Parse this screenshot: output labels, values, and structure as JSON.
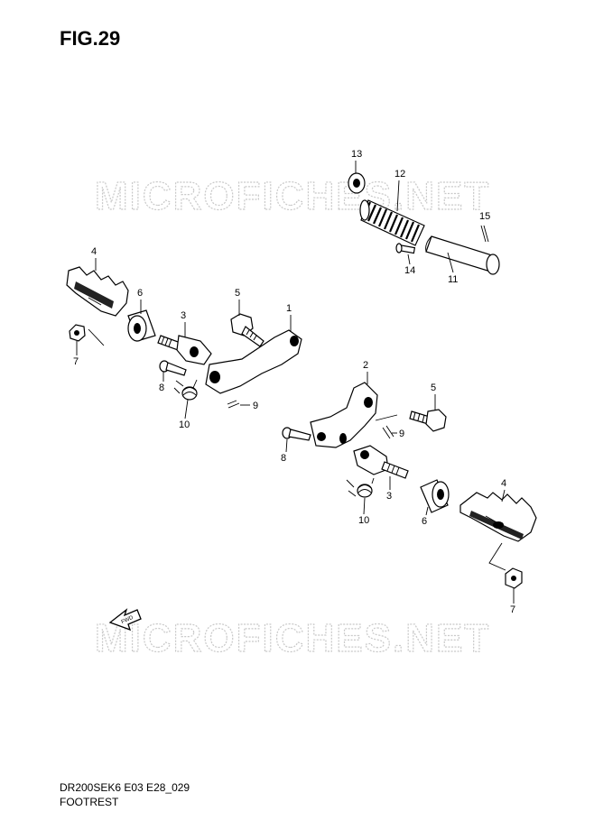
{
  "figure": {
    "title": "FIG.29",
    "model_code": "DR200SEK6 E03 E28_029",
    "caption": "FOOTREST"
  },
  "watermarks": [
    "MICROFICHES.NET",
    "MICROFICHES.NET"
  ],
  "direction_marker": {
    "label": "FWD"
  },
  "callouts": [
    "13",
    "12",
    "15",
    "14",
    "11",
    "4",
    "6",
    "5",
    "3",
    "1",
    "7",
    "8",
    "10",
    "9",
    "2",
    "5",
    "9",
    "8",
    "3",
    "10",
    "6",
    "4",
    "7"
  ]
}
